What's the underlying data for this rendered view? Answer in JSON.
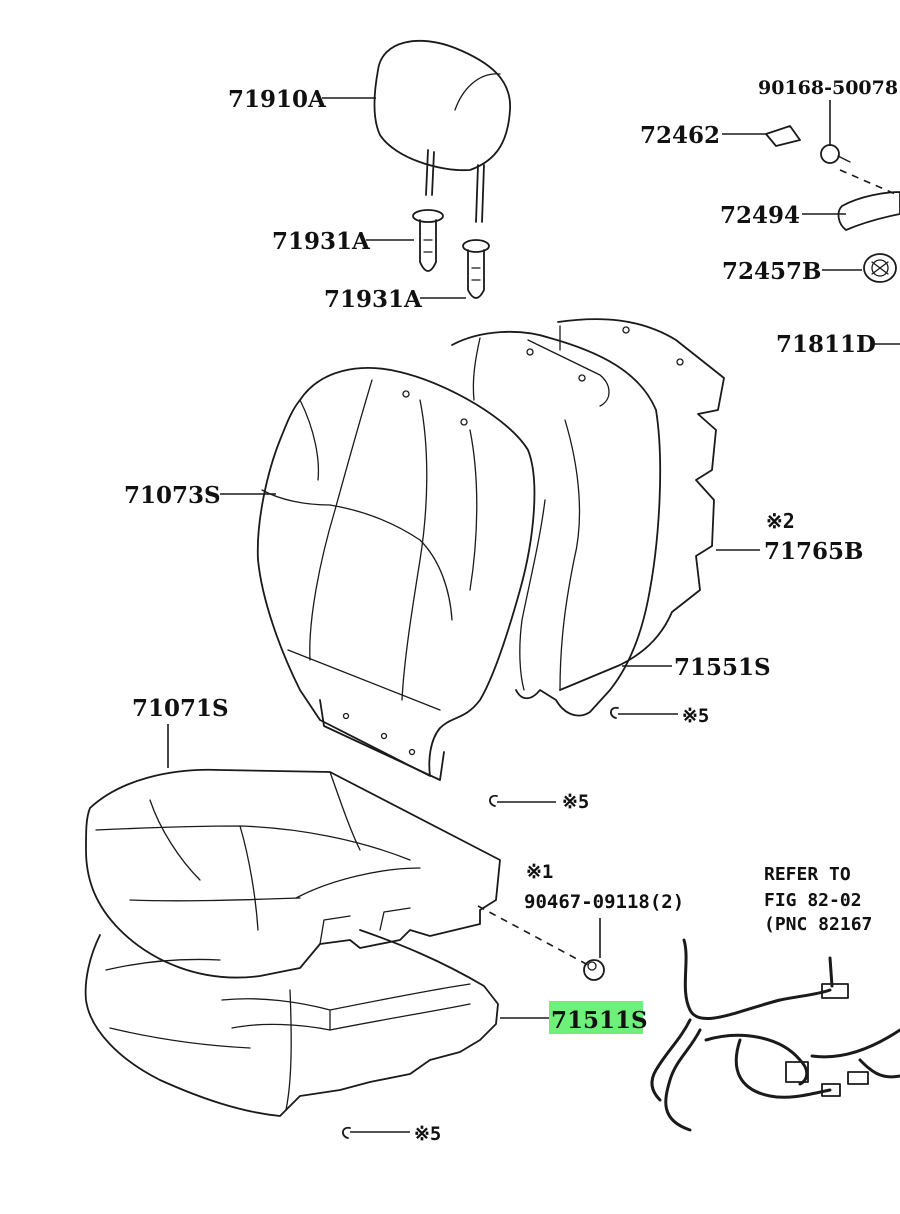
{
  "parts": {
    "headrest": "71910A",
    "guide_upper": "71931A",
    "guide_lower": "71931A",
    "back_cover": "71073S",
    "back_pad": "71551S",
    "back_board": "71765B",
    "back_board_note": "※2",
    "frame_part": "71811D",
    "knob": "72462",
    "screw": "90168-50078",
    "lever": "72494",
    "cover_round": "72457B",
    "cushion_cover": "71071S",
    "cushion_pad": "71511S",
    "clip_note": "※1",
    "clip": "90467-09118(2)",
    "hog_ring_1": "※5",
    "hog_ring_2": "※5",
    "hog_ring_3": "※5"
  },
  "refer": {
    "line1": "REFER TO",
    "line2": "FIG 82-02",
    "line3": "(PNC 82167"
  },
  "highlight_color": "#6ef07a"
}
